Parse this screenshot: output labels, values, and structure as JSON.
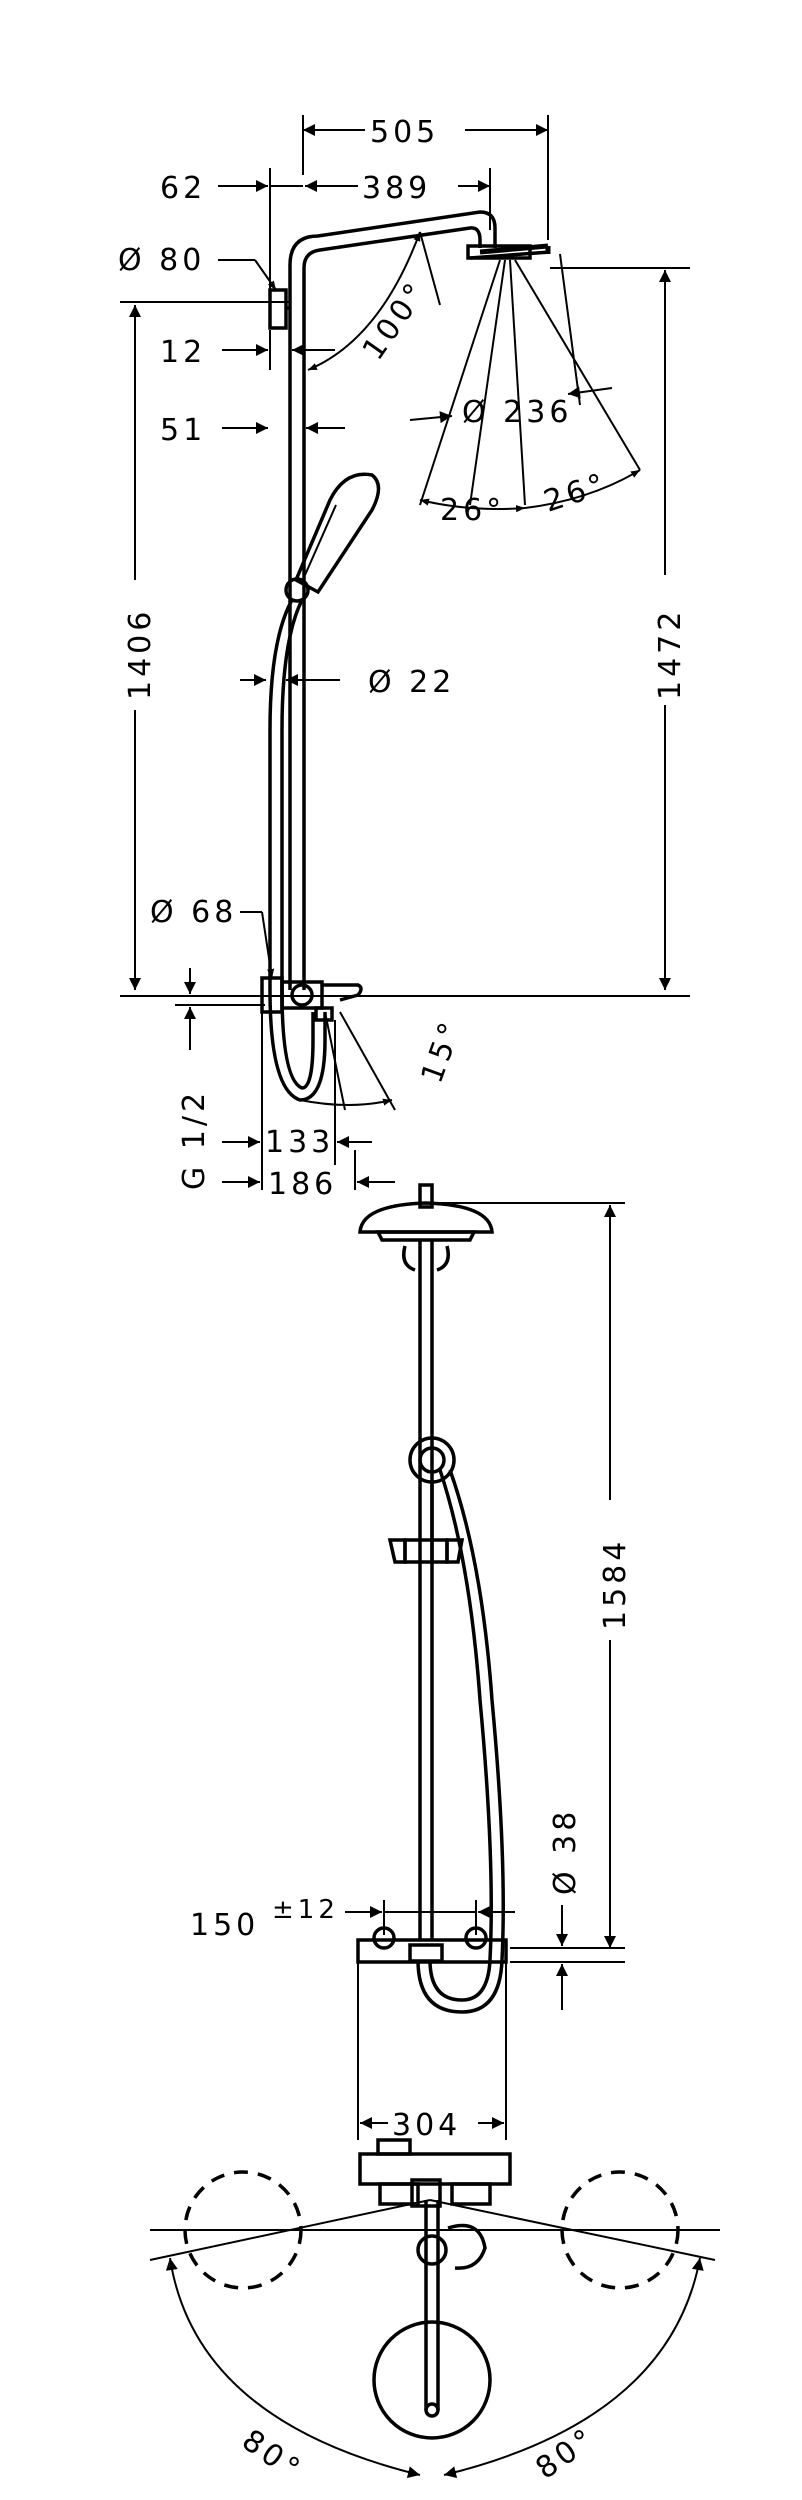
{
  "side_view": {
    "dims": {
      "d505": "505",
      "d62": "62",
      "d389": "389",
      "dia80": "Ø 80",
      "d100deg": "100°",
      "d12": "12",
      "dia236": "Ø 236",
      "d51": "51",
      "d26a": "26°",
      "d26b": "26°",
      "d1406": "1406",
      "d1472": "1472",
      "dia22": "Ø 22",
      "dia68": "Ø 68",
      "d15deg": "15°",
      "g12": "G 1/2",
      "d133": "133",
      "d186": "186"
    }
  },
  "front_view": {
    "dims": {
      "d1584": "1584",
      "dia38": "Ø 38",
      "d150": "150",
      "pm12": "±12",
      "d304": "304"
    }
  },
  "top_view": {
    "dims": {
      "d80a": "80°",
      "d80b": "80°"
    }
  }
}
